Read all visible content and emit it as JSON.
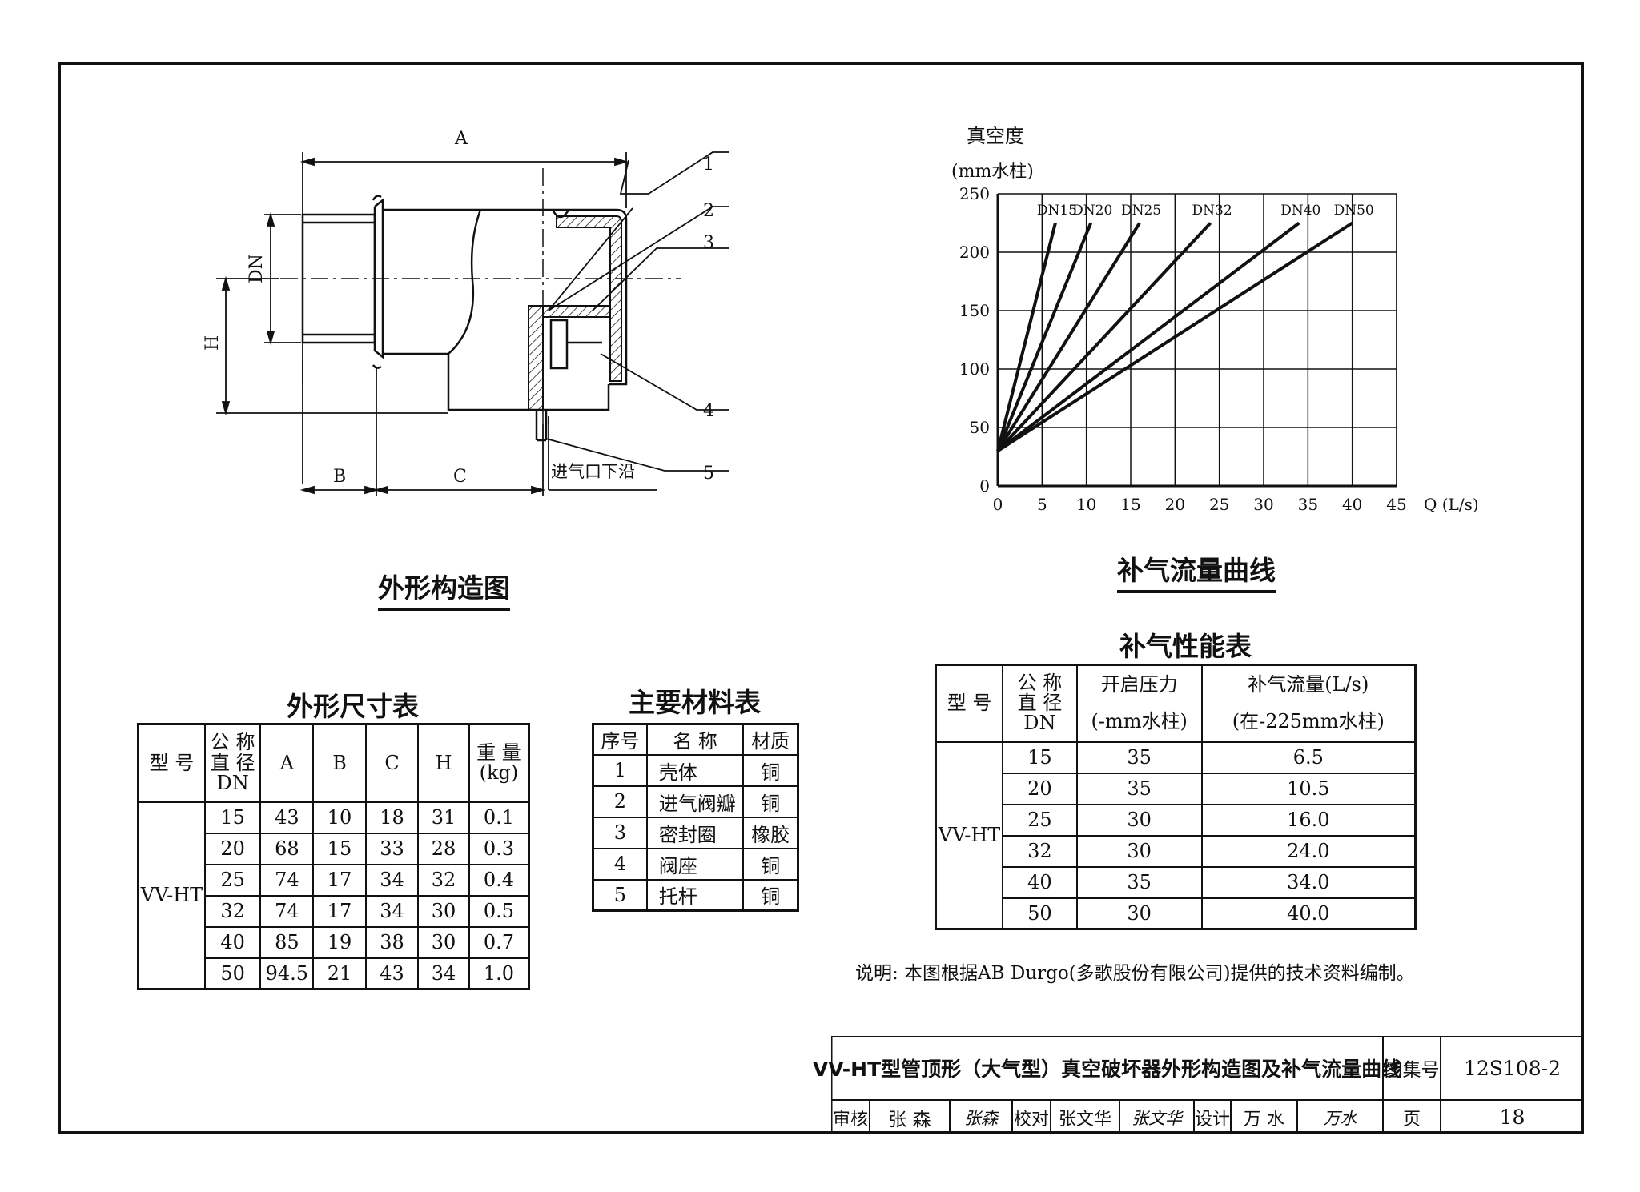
{
  "drawing": {
    "callouts": [
      "1",
      "2",
      "3",
      "4",
      "5"
    ],
    "dims": {
      "A": "A",
      "B": "B",
      "C": "C",
      "H": "H",
      "DN": "DN"
    },
    "inlet_label": "进气口下沿",
    "caption": "外形构造图"
  },
  "chart": {
    "caption": "补气流量曲线",
    "ylabel_line1": "真空度",
    "ylabel_line2": "(mm水柱)",
    "xlabel": "Q (L/s)"
  },
  "chart_data": {
    "type": "line",
    "title": "补气流量曲线",
    "xlabel": "Q (L/s)",
    "ylabel": "真空度 (mm水柱)",
    "xlim": [
      0,
      45
    ],
    "ylim": [
      0,
      250
    ],
    "xticks": [
      0,
      5,
      10,
      15,
      20,
      25,
      30,
      35,
      40,
      45
    ],
    "yticks": [
      0,
      50,
      100,
      150,
      200,
      250
    ],
    "grid": true,
    "series": [
      {
        "name": "DN15",
        "x": [
          0,
          6.5
        ],
        "y": [
          30,
          225
        ]
      },
      {
        "name": "DN20",
        "x": [
          0,
          10.5
        ],
        "y": [
          30,
          225
        ]
      },
      {
        "name": "DN25",
        "x": [
          0,
          16.0
        ],
        "y": [
          30,
          225
        ]
      },
      {
        "name": "DN32",
        "x": [
          0,
          24.0
        ],
        "y": [
          30,
          225
        ]
      },
      {
        "name": "DN40",
        "x": [
          0,
          34.0
        ],
        "y": [
          30,
          225
        ]
      },
      {
        "name": "DN50",
        "x": [
          0,
          40.0
        ],
        "y": [
          30,
          225
        ]
      }
    ]
  },
  "dim_table": {
    "title": "外形尺寸表",
    "headers": [
      "型 号",
      "公 称\n直 径\nDN",
      "A",
      "B",
      "C",
      "H",
      "重 量\n(kg)"
    ],
    "model": "VV-HT",
    "rows": [
      [
        "15",
        "43",
        "10",
        "18",
        "31",
        "0.1"
      ],
      [
        "20",
        "68",
        "15",
        "33",
        "28",
        "0.3"
      ],
      [
        "25",
        "74",
        "17",
        "34",
        "32",
        "0.4"
      ],
      [
        "32",
        "74",
        "17",
        "34",
        "30",
        "0.5"
      ],
      [
        "40",
        "85",
        "19",
        "38",
        "30",
        "0.7"
      ],
      [
        "50",
        "94.5",
        "21",
        "43",
        "34",
        "1.0"
      ]
    ]
  },
  "material_table": {
    "title": "主要材料表",
    "headers": [
      "序号",
      "名 称",
      "材质"
    ],
    "rows": [
      [
        "1",
        "壳体",
        "铜"
      ],
      [
        "2",
        "进气阀瓣",
        "铜"
      ],
      [
        "3",
        "密封圈",
        "橡胶"
      ],
      [
        "4",
        "阀座",
        "铜"
      ],
      [
        "5",
        "托杆",
        "铜"
      ]
    ]
  },
  "perf_table": {
    "title": "补气性能表",
    "headers": [
      "型 号",
      "公 称\n直 径\nDN",
      "开启压力",
      "(-mm水柱)",
      "补气流量(L/s)",
      "(在-225mm水柱)"
    ],
    "model": "VV-HT",
    "rows": [
      [
        "15",
        "35",
        "6.5"
      ],
      [
        "20",
        "35",
        "10.5"
      ],
      [
        "25",
        "30",
        "16.0"
      ],
      [
        "32",
        "30",
        "24.0"
      ],
      [
        "40",
        "35",
        "34.0"
      ],
      [
        "50",
        "30",
        "40.0"
      ]
    ]
  },
  "note": "说明: 本图根据AB Durgo(多歌股份有限公司)提供的技术资料编制。",
  "title_block": {
    "title": "VV-HT型管顶形（大气型）真空破坏器外形构造图及补气流量曲线",
    "atlas_label": "图集号",
    "atlas_no": "12S108-2",
    "review_label": "审核",
    "review_name": "张 森",
    "review_sign": "张森",
    "check_label": "校对",
    "check_name": "张文华",
    "check_sign": "张文华",
    "design_label": "设计",
    "design_name": "万 水",
    "design_sign": "万水",
    "page_label": "页",
    "page_no": "18"
  }
}
